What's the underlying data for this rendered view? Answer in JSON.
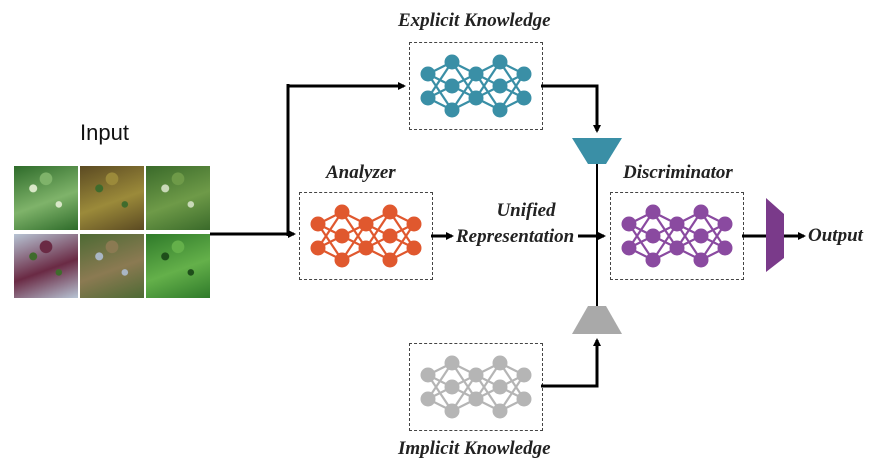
{
  "input": {
    "label": "Input",
    "images": [
      {
        "name": "field-photo-1",
        "colors": [
          "#2e6b2a",
          "#7fb36a",
          "#d9e8c8"
        ]
      },
      {
        "name": "field-photo-2",
        "colors": [
          "#5b4a22",
          "#9b8a3a",
          "#3f6b2c"
        ]
      },
      {
        "name": "field-photo-3",
        "colors": [
          "#3a6a2a",
          "#6e9a48",
          "#c9d9b8"
        ]
      },
      {
        "name": "field-photo-4",
        "colors": [
          "#b7c4d4",
          "#6a2a44",
          "#3f6b2c"
        ]
      },
      {
        "name": "field-photo-5",
        "colors": [
          "#4d6a34",
          "#8b7a52",
          "#a9b6c4"
        ]
      },
      {
        "name": "field-photo-6",
        "colors": [
          "#2f7a2a",
          "#64b04a",
          "#1e4d1a"
        ]
      }
    ]
  },
  "analyzer": {
    "label": "Analyzer",
    "color": "#e0582e"
  },
  "explicit": {
    "label": "Explicit Knowledge",
    "color": "#3a8fa6"
  },
  "implicit": {
    "label": "Implicit Knowledge",
    "color": "#b5b5b5"
  },
  "unified": {
    "line1": "Unified",
    "line2": "Representation"
  },
  "discriminator": {
    "label": "Discriminator",
    "color": "#8a4aa0"
  },
  "output": {
    "label": "Output",
    "color": "#7a3a8a"
  },
  "fuse": {
    "top_color": "#3a8fa6",
    "bottom_color": "#a9a9a9"
  }
}
